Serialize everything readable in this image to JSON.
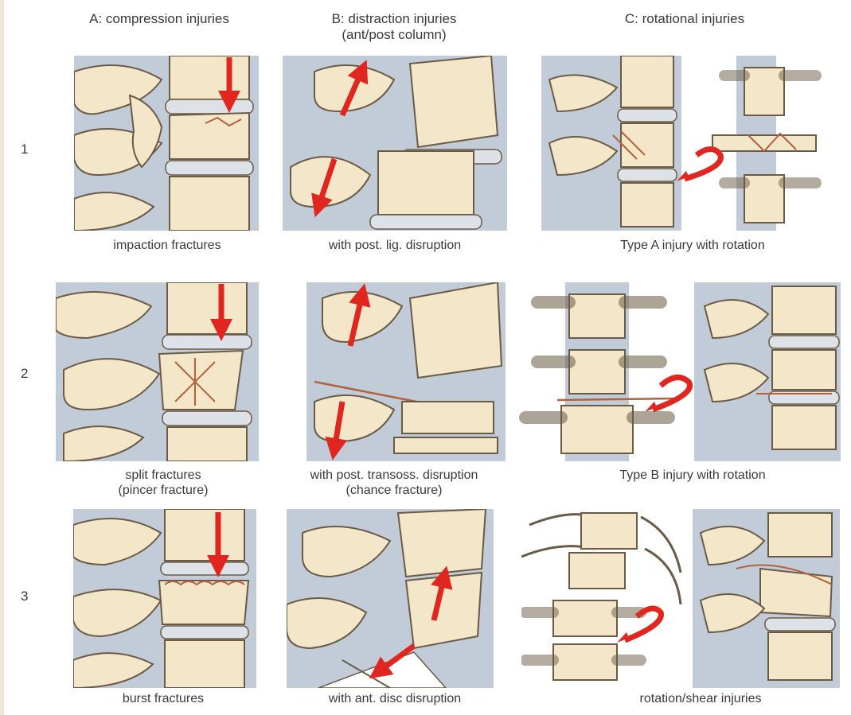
{
  "columns": [
    {
      "id": "A",
      "title": "A: compression injuries",
      "subtitle": ""
    },
    {
      "id": "B",
      "title": "B: distraction injuries",
      "subtitle": "(ant/post column)"
    },
    {
      "id": "C",
      "title": "C: rotational injuries",
      "subtitle": ""
    }
  ],
  "rows": [
    "1",
    "2",
    "3"
  ],
  "captions": [
    [
      "impaction fractures",
      "",
      "with post. lig. disruption",
      "",
      "Type A injury with rotation",
      ""
    ],
    [
      "split fractures",
      "(pincer fracture)",
      "with post. transoss. disruption",
      "(chance fracture)",
      "Type B injury with rotation",
      ""
    ],
    [
      "burst fractures",
      "",
      "with ant. disc disruption",
      "",
      "rotation/shear injuries",
      ""
    ]
  ],
  "colors": {
    "bone": "#f4e6c8",
    "bone_outline": "#6b5a45",
    "disc": "#cdd3dc",
    "background_tissue": "#c2ccd8",
    "arrow": "#e0261f",
    "fracture": "#b3613c"
  }
}
